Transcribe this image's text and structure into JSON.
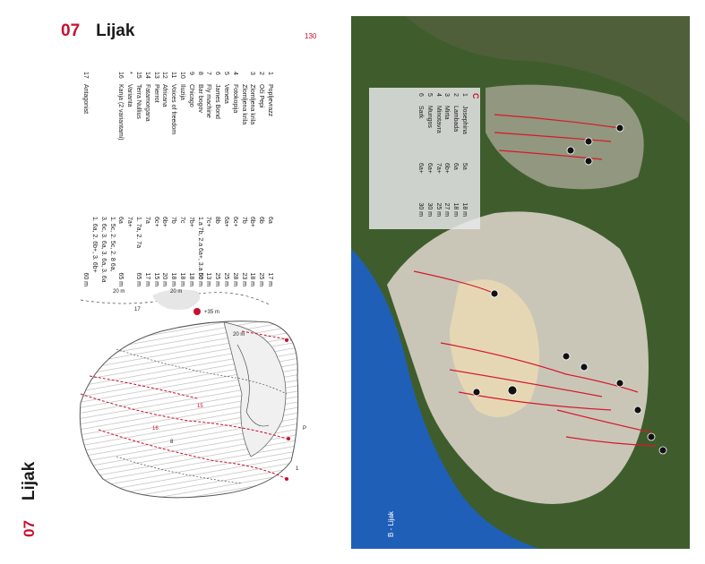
{
  "header": {
    "chapter_num": "07",
    "chapter_title": "Lijak",
    "page_number": "130"
  },
  "side_title": {
    "num": "07",
    "title": "Lijak"
  },
  "routes": [
    {
      "n": "1",
      "name": "Popljevrazz",
      "grade": "6a",
      "len": "17 m"
    },
    {
      "n": "2",
      "name": "Oči Pepi",
      "grade": "6b",
      "len": "25 m"
    },
    {
      "n": "3",
      "name": "Zlomljena krila",
      "grade": "6b+",
      "len": "18 m"
    },
    {
      "n": "",
      "name": "Zlomljena krila",
      "grade": "7b",
      "len": "23 m"
    },
    {
      "n": "4",
      "name": "Fotokopija",
      "grade": "6c+",
      "len": "28 m"
    },
    {
      "n": "5",
      "name": "Veneta",
      "grade": "6a+",
      "len": "25 m"
    },
    {
      "n": "6",
      "name": "James Bond",
      "grade": "8b",
      "len": "25 m"
    },
    {
      "n": "7",
      "name": "Fly machine",
      "grade": "7c+",
      "len": "13 m"
    },
    {
      "n": "8",
      "name": "Bar bogov",
      "grade": "1.a 7b, 2.a 6a+, 3.a 5c",
      "len": "60 m"
    },
    {
      "n": "9",
      "name": "Chicago",
      "grade": "7b+",
      "len": "18 m"
    },
    {
      "n": "10",
      "name": "Iluzija",
      "grade": "7c",
      "len": "18 m"
    },
    {
      "n": "11",
      "name": "Voices of freedom",
      "grade": "7b",
      "len": "18 m"
    },
    {
      "n": "12",
      "name": "Africana",
      "grade": "6b+",
      "len": "20 m"
    },
    {
      "n": "13",
      "name": "Pierrot",
      "grade": "6c+",
      "len": "15 m"
    },
    {
      "n": "14",
      "name": "Fatamorgana",
      "grade": "7a",
      "len": "17 m"
    },
    {
      "n": "15",
      "name": "Terra Nullius",
      "grade": "1. 7a, 2. 7a",
      "len": "65 m"
    },
    {
      "n": "*",
      "name": "Varianta",
      "grade": "7a+",
      "len": ""
    },
    {
      "n": "16",
      "name": "Kanja (2 variantami)",
      "grade": "6a",
      "len": "65 m"
    },
    {
      "n": "",
      "name": "",
      "grade": "1. 5c, 2. 5c, 2. 8 6a,",
      "len": ""
    },
    {
      "n": "",
      "name": "",
      "grade": "3. 6c, 3. 6a, 3. 6a, 3. 6a",
      "len": ""
    },
    {
      "n": "",
      "name": "",
      "grade": "1. 6a, 2. 6b+, 3. 6b+",
      "len": ""
    },
    {
      "n": "17",
      "name": "Antagonist",
      "grade": "",
      "len": "60 m"
    }
  ],
  "sketch": {
    "labels": {
      "m20a": "20 m",
      "m20b": "20 m",
      "m20c": "20 m",
      "p35": "+35 m",
      "r17": "17",
      "r15": "15",
      "r16": "16",
      "r1": "1",
      "r8": "8",
      "rp": "P"
    }
  },
  "photo": {
    "label": "B - Lijak"
  },
  "legend": {
    "title": "C",
    "items": [
      {
        "n": "1",
        "name": "Josephina",
        "grade": "5a",
        "len": "18 m"
      },
      {
        "n": "2",
        "name": "Lambada",
        "grade": "6a",
        "len": "18 m"
      },
      {
        "n": "3",
        "name": "Mirta",
        "grade": "6b+",
        "len": "27 m"
      },
      {
        "n": "4",
        "name": "Minotavra",
        "grade": "7a+",
        "len": "25 m"
      },
      {
        "n": "5",
        "name": "Mungos",
        "grade": "6a+",
        "len": "30 m"
      },
      {
        "n": "6",
        "name": "Sark",
        "grade": "6a+",
        "len": "30 m"
      }
    ]
  },
  "colors": {
    "accent": "#c8102e",
    "sky": "#1f5fb8",
    "veg": "#3d5a2a",
    "rock": "#c9c6b8",
    "legend_bg": "#e6e8e9"
  }
}
